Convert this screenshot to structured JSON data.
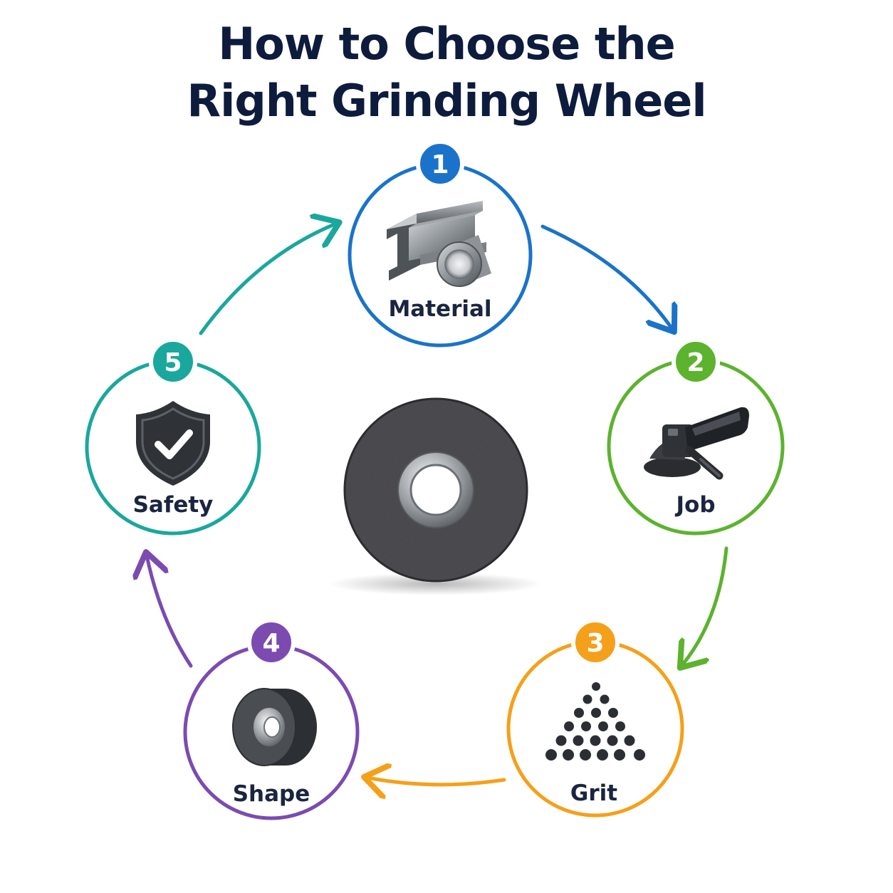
{
  "title": {
    "line1": "How to Choose the",
    "line2": "Right Grinding Wheel"
  },
  "steps": [
    {
      "number": "1",
      "label": "Material",
      "icon": "metal-beam-and-pipe-icon",
      "color": "#1a73c9"
    },
    {
      "number": "2",
      "label": "Job",
      "icon": "angle-grinder-icon",
      "color": "#5cb32e"
    },
    {
      "number": "3",
      "label": "Grit",
      "icon": "grit-particles-icon",
      "color": "#f5a01a"
    },
    {
      "number": "4",
      "label": "Shape",
      "icon": "wheel-shape-icon",
      "color": "#7b4bb0"
    },
    {
      "number": "5",
      "label": "Safety",
      "icon": "shield-check-icon",
      "color": "#1aa79d"
    }
  ],
  "center": {
    "icon": "grinding-wheel-icon"
  },
  "colors": {
    "title": "#0d1b3d",
    "label": "#1b2540"
  }
}
